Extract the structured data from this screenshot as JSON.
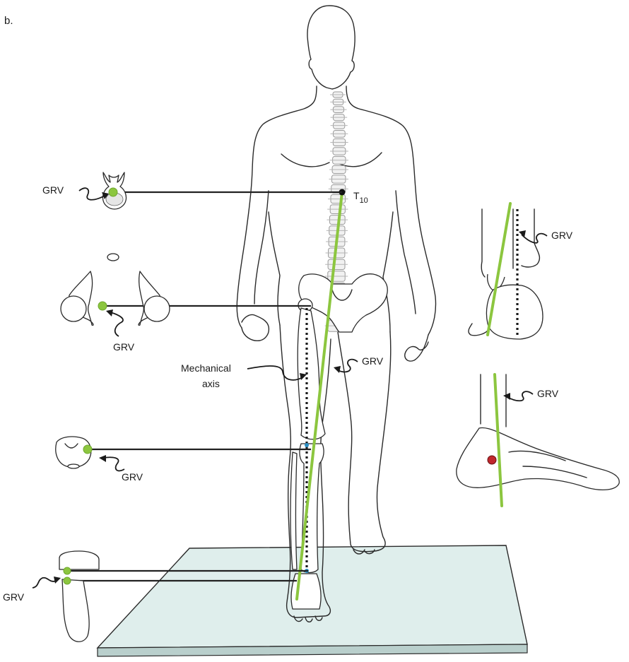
{
  "panel_label": "b.",
  "labels": {
    "grv": "GRV",
    "t10_base": "T",
    "t10_sub": "10",
    "mechanical_line1": "Mechanical",
    "mechanical_line2": "axis"
  },
  "colors": {
    "grv_line": "#8cc63f",
    "mechanical_axis": "#1a1a1a",
    "joint_marker_blue": "#2a8fc4",
    "joint_marker_red": "#c0272d",
    "floor_plate": "#dfeeec",
    "outline": "#2a2a2a"
  },
  "icons": [
    "vertebra-icon",
    "hip-joint-icon",
    "knee-cross-section-icon",
    "ankle-foot-icon"
  ]
}
